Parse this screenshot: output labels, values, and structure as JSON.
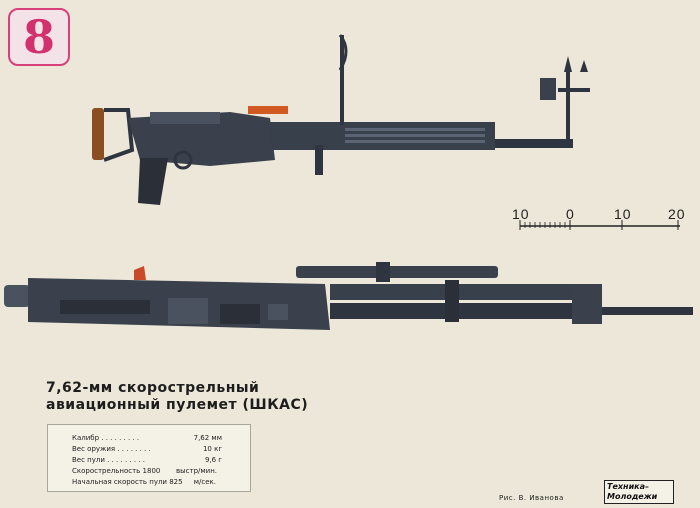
{
  "badge": {
    "number": "8"
  },
  "scale": {
    "labels": [
      "10",
      "0",
      "10",
      "20"
    ]
  },
  "title": {
    "line1": "7,62-мм скорострельный",
    "line2": "авиационный пулемет (ШКАС)"
  },
  "specs": [
    {
      "label": "Калибр . . . . . . . . .",
      "value": "7,62 мм"
    },
    {
      "label": "Вес оружия . . . . . . . .",
      "value": "10 кг"
    },
    {
      "label": "Вес пули . . . . . . . . .",
      "value": "9,6 г"
    },
    {
      "label": "Скорострельность 1800",
      "value": "выстр/мин."
    },
    {
      "label": "Начальная скорость пули 825",
      "value": "м/сек."
    }
  ],
  "credit": "Рис. В. Иванова",
  "logo": {
    "line1": "Техника–",
    "line2": "Молодежи"
  },
  "colors": {
    "badge": "#d3306e",
    "metal": "#2f3540",
    "wood": "#8a4e22",
    "paper": "#ece7d8"
  }
}
